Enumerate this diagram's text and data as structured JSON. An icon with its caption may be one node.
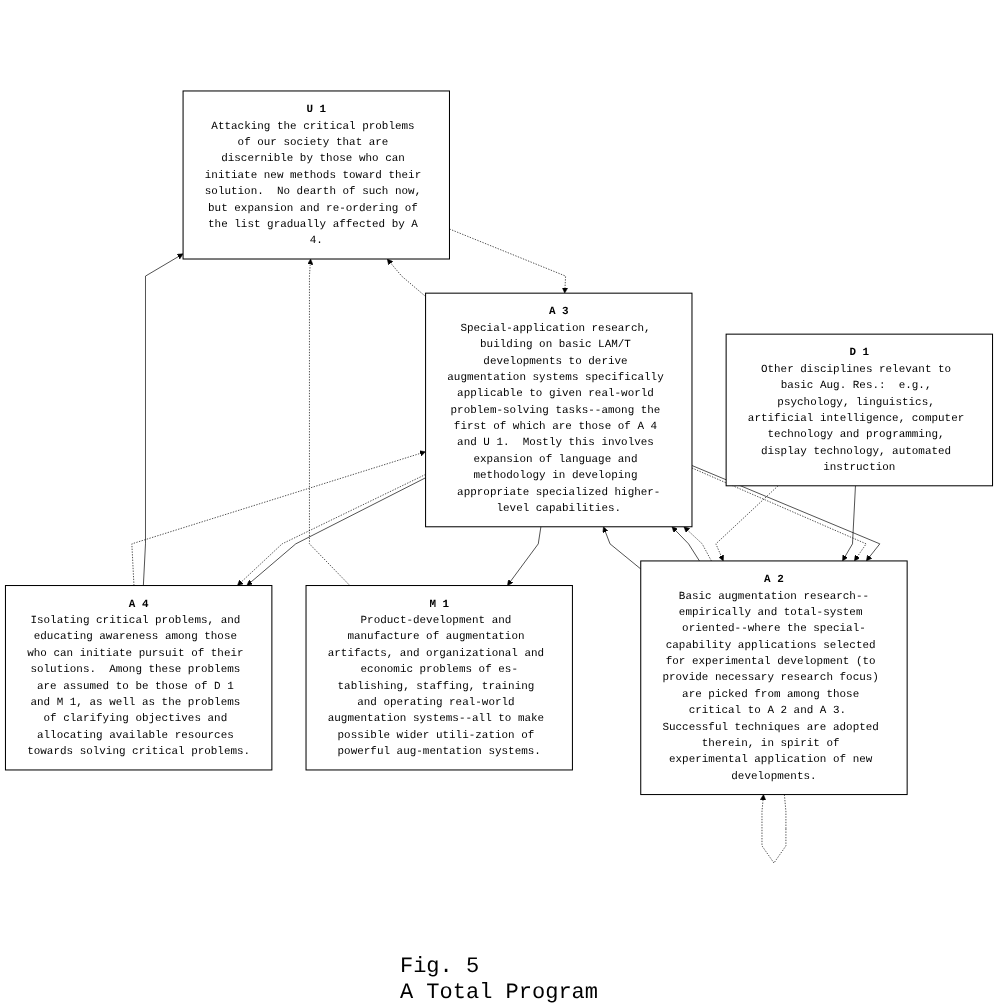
{
  "diagram": {
    "caption": "A Total Program",
    "nodes": [
      {
        "text": [
          "U 1",
          "Attacking the critical problems of our society that are discernible by those who can initiate new methods toward their solution.  No dearth of such now, but expansion and re-ordering of the list gradually affected by A 4."
        ]
      },
      {
        "text": [
          "A 4",
          "Isolating critical problems, and educating awareness among those who can initiate pursuit of their solutions.  Among these problems are assumed to be those of D 1 and M 1, as well as the problems of clarifying objectives and allocating available resources towards solving critical problems."
        ]
      },
      {
        "text": [
          "M 1",
          "Product-development and manufacture of augmentation artifacts, and organizational and economic problems of es-tablishing, staffing, training and operating real-world augmentation systems--all to make possible wider utili-zation of powerful aug-mentation systems."
        ]
      },
      {
        "text": [
          "A 3",
          "Special-application research, building on basic LAM/T developments to derive augmentation systems specifically applicable to given real-world problem-solving tasks--among the first of which are those of A 4 and U 1.  Mostly this involves expansion of language and methodology in developing appropriate specialized higher-level capabilities."
        ]
      },
      {
        "text": [
          "A 2",
          "Basic augmentation research--empirically and total-system oriented--where the special-capability applications selected for experimental development (to provide necessary research focus) are picked from among those critical to A 2 and A 3.  Successful techniques are adopted therein, in spirit of experimental application of new developments."
        ]
      },
      {
        "text": [
          "D 1",
          "Other disciplines relevant to basic Aug. Res.:  e.g., psychology, linguistics, artificial intelligence, computer technology and programming, display technology, automated instruction"
        ]
      }
    ],
    "edges": [
      {
        "from": 1,
        "to": 0,
        "arrow": "to"
      },
      {
        "from": 3,
        "to": 1,
        "arrow": "to"
      },
      {
        "from": 3,
        "to": 2,
        "arrow": "to"
      },
      {
        "from": 3,
        "to": 0,
        "arrow": "to",
        "style": "dashed"
      },
      {
        "from": 3,
        "to": 1,
        "arrow": "to",
        "style": "dashed"
      },
      {
        "from": 2,
        "to": 0,
        "arrow": "to",
        "style": "dashed"
      },
      {
        "from": 0,
        "to": 3,
        "arrow": "to",
        "style": "dashed"
      },
      {
        "from": 1,
        "to": 3,
        "arrow": "to",
        "style": "dashed"
      },
      {
        "from": 3,
        "to": 4,
        "arrow": "to"
      },
      {
        "from": 3,
        "to": 4,
        "arrow": "to",
        "style": "dashed"
      },
      {
        "from": 4,
        "to": 3,
        "arrow": "to",
        "style": "dashed"
      },
      {
        "from": 4,
        "to": 3,
        "arrow": "to"
      },
      {
        "from": 4,
        "to": 3,
        "arrow": "to"
      },
      {
        "from": 4,
        "to": 4,
        "arrow": "to",
        "style": "dashed"
      },
      {
        "from": 5,
        "to": 4,
        "arrow": "to"
      },
      {
        "from": 5,
        "to": 4,
        "arrow": "to",
        "style": "dashed"
      }
    ],
    "labels": [
      "Fig. 5"
    ]
  }
}
